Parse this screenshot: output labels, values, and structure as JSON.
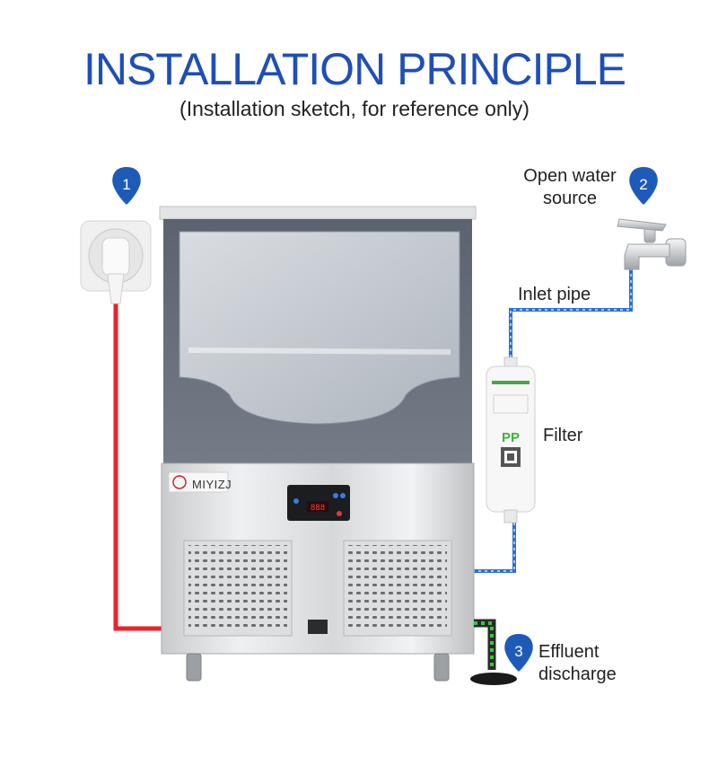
{
  "header": {
    "title": "INSTALLATION PRINCIPLE",
    "subtitle": "(Installation sketch, for reference only)"
  },
  "markers": [
    {
      "number": "1"
    },
    {
      "number": "2",
      "label_lines": [
        "Open water",
        "source"
      ]
    },
    {
      "number": "3",
      "label_lines": [
        "Effluent",
        "discharge"
      ]
    }
  ],
  "labels": {
    "inlet_pipe": "Inlet pipe",
    "filter": "Filter"
  },
  "machine": {
    "brand": "MIYIZJ",
    "display_reading": "888"
  },
  "filter_cartridge": {
    "code": "PP"
  },
  "colors": {
    "accent": "#1f4fb6",
    "marker": "#1e5bb8",
    "power_cable": "#e8242a",
    "inlet_pipe": "#2a6fd8",
    "drain_stripe_green": "#3cc43c"
  }
}
